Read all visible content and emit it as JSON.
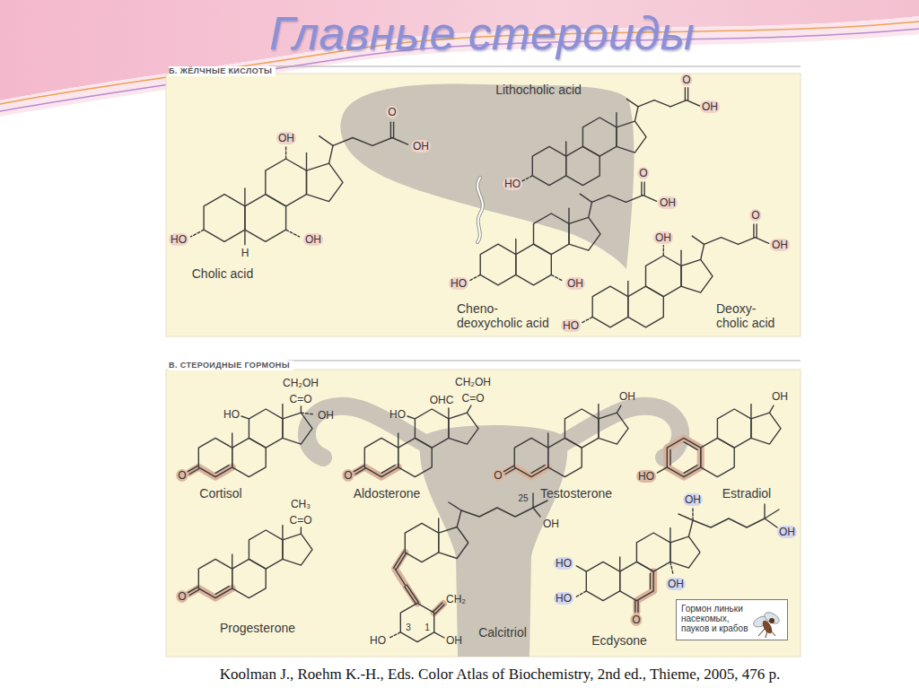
{
  "diagram": {
    "title": "Главные стероиды",
    "caption": "Koolman J., Roehm K.-H., Eds. Color Atlas of Biochemistry, 2nd ed., Thieme, 2005, 476 p.",
    "nodes": [
      {
        "text": [
          "Б. ЖЁЛЧНЫЕ КИСЛОТЫ"
        ]
      },
      {
        "text": [
          "В. СТЕРОИДНЫЕ ГОРМОНЫ"
        ]
      },
      {
        "text": [
          "Гормон линьки насекомых, пауков и крабов"
        ],
        "in": 1
      }
    ],
    "labels": [
      "OH",
      "O",
      "OH",
      "HO",
      "H",
      "OH",
      "Cholic acid",
      "Lithocholic acid",
      "O",
      "OH",
      "HO",
      "O",
      "OH",
      "HO",
      "OH",
      "Cheno- deoxycholic acid",
      "OH",
      "O",
      "OH",
      "HO",
      "Deoxy- cholic acid",
      "CH₂OH",
      "C=O",
      "HO",
      "OH",
      "O",
      "Cortisol",
      "CH₂OH",
      "C=O",
      "HO",
      "OHC",
      "O",
      "Aldosterone",
      "OH",
      "O",
      "Testosterone",
      "OH",
      "HO",
      "Estradiol",
      "CH₃",
      "C=O",
      "O",
      "Progesterone",
      "25",
      "OH",
      "CH₂",
      "HO",
      "3",
      "1",
      "OH",
      "Calcitriol",
      "OH",
      "OH",
      "HO",
      "HO",
      "OH",
      "O",
      "Ecdysone"
    ]
  }
}
